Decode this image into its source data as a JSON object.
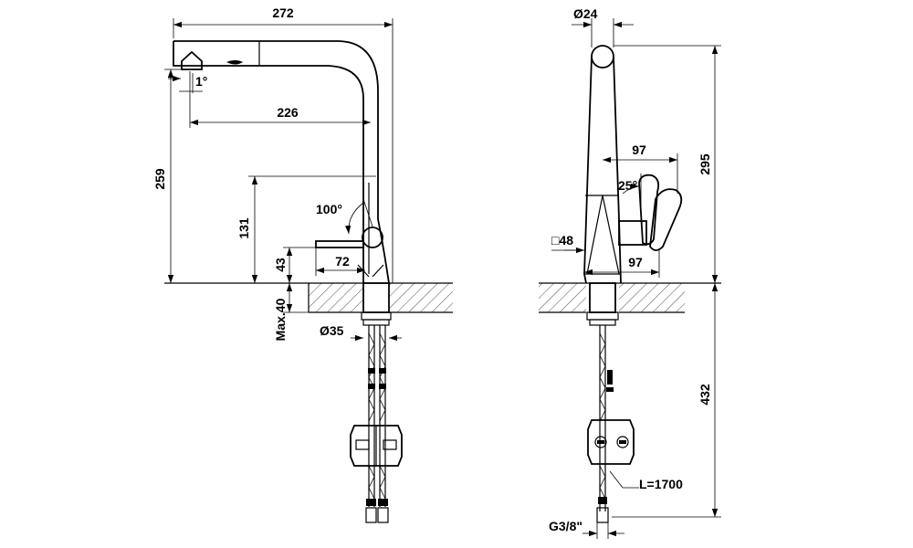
{
  "drawing": {
    "front_view": {
      "overall_width": "272",
      "spout_reach": "226",
      "spout_angle": "1°",
      "total_height": "259",
      "lever_height": "131",
      "lever_angle": "100°",
      "lever_length": "72",
      "base_height": "43",
      "max_counter_thickness": "Max.40",
      "hole_diameter": "Ø35"
    },
    "side_view": {
      "body_diameter": "Ø24",
      "total_height": "295",
      "lever_reach": "97",
      "lever_tilt": "25°",
      "base_square": "□48",
      "base_reach": "97",
      "hose_depth": "432",
      "hose_length": "L=1700",
      "connection_thread": "G3/8\""
    }
  }
}
